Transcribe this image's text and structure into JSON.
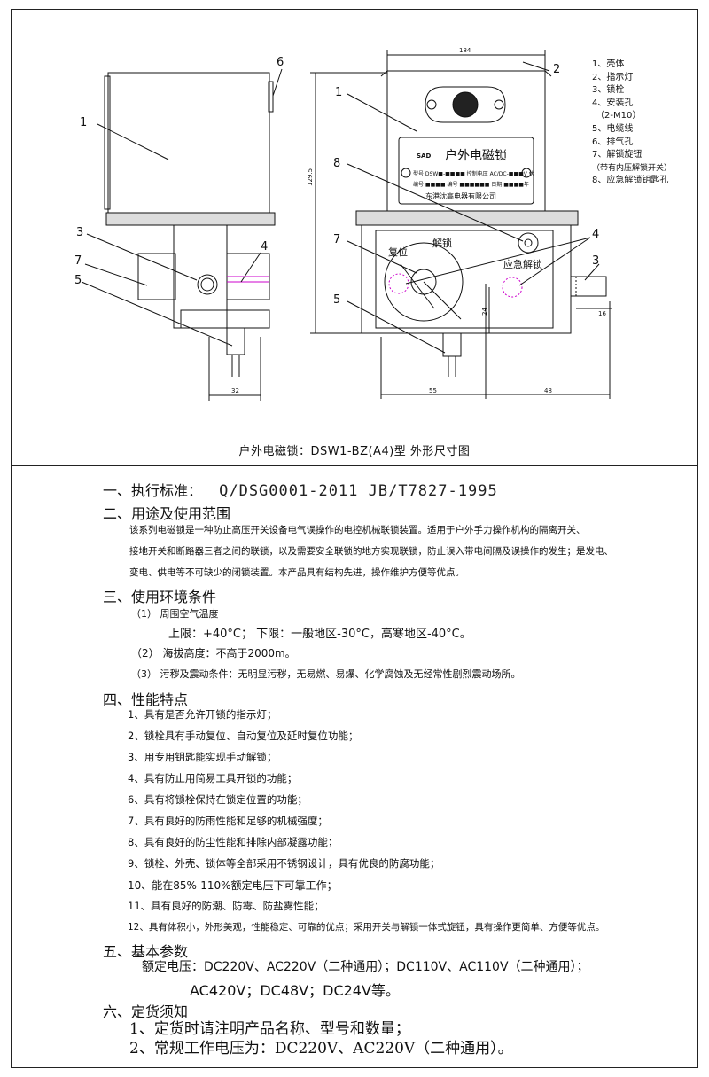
{
  "caption": "户外电磁锁：DSW1-BZ(A4)型 外形尺寸图",
  "drawing": {
    "callouts": {
      "n1": "1",
      "n2": "2",
      "n3": "3",
      "n4": "4",
      "n5": "5",
      "n6": "6",
      "n7": "7",
      "n8": "8"
    },
    "dims": {
      "w184": "184",
      "h129_5": "129.5",
      "d32": "32",
      "d55": "55",
      "d48": "48",
      "d24": "24",
      "d16": "16"
    },
    "plate": {
      "title": "户外电磁锁",
      "brand": "SAD",
      "row1": "型号 DSW■-■■■■ 控制电压 AC/DC-■■■V 伏",
      "row2": "编号 ■■■■ 编号 ■■■■■■ 日期 ■■■■年",
      "maker": "东港沈高电器有限公司"
    },
    "dial": {
      "reset": "复位",
      "unlock": "解锁",
      "emergency": "应急解锁"
    }
  },
  "legend": [
    "1、壳体",
    "2、指示灯",
    "3、锁栓",
    "4、安装孔",
    "（2-M10）",
    "5、电缆线",
    "6、排气孔",
    "7、解锁旋钮",
    "（带有内压解锁开关）",
    "8、应急解锁钥匙孔"
  ],
  "text": {
    "s1_label": "一、执行标准：",
    "s1_std": "Q/DSG0001-2011   JB/T7827-1995",
    "s2_title": "二、用途及使用范围",
    "s2_p1": "该系列电磁锁是一种防止高压开关设备电气误操作的电控机械联锁装置。适用于户外手力操作机构的隔离开关、",
    "s2_p2": "接地开关和断路器三者之间的联锁，以及需要安全联锁的地方实现联锁，防止误入带电间隔及误操作的发生；是发电、",
    "s2_p3": "变电、供电等不可缺少的闭锁装置。本产品具有结构先进，操作维护方便等优点。",
    "s3_title": "三、使用环境条件",
    "s3_1": "（1）   周围空气温度",
    "s3_1b": "上限：+40°C；   下限：一般地区-30°C，高寒地区-40°C。",
    "s3_2": "（2）   海拔高度：不高于2000m。",
    "s3_3": "（3）   污秽及震动条件：无明显污秽，无易燃、易爆、化学腐蚀及无经常性剧烈震动场所。",
    "s4_title": "四、性能特点",
    "s4_items": [
      "1、具有是否允许开锁的指示灯；",
      "2、锁栓具有手动复位、自动复位及延时复位功能；",
      "3、用专用钥匙能实现手动解锁；",
      "4、具有防止用简易工具开锁的功能；",
      "6、具有将锁栓保持在锁定位置的功能；",
      "7、具有良好的防雨性能和足够的机械强度；",
      "8、具有良好的防尘性能和排除内部凝露功能；",
      "9、锁栓、外壳、锁体等全部采用不锈钢设计，具有优良的防腐功能；",
      "10、能在85%-110%额定电压下可靠工作；",
      "11、具有良好的防潮、防霉、防盐雾性能；",
      "12、具有体积小，外形美观，性能稳定、可靠的优点；采用开关与解锁一体式旋钮，具有操作更简单、方便等优点。"
    ],
    "s5_title": "五、基本参数",
    "s5_l1": "额定电压：DC220V、AC220V（二种通用）；DC110V、AC110V（二种通用）；",
    "s5_l2": "AC420V；DC48V；DC24V等。",
    "s6_title": "六、定货须知",
    "s6_1": "1、定货时请注明产品名称、型号和数量；",
    "s6_2": "2、常规工作电压为：DC220V、AC220V（二种通用）。"
  }
}
